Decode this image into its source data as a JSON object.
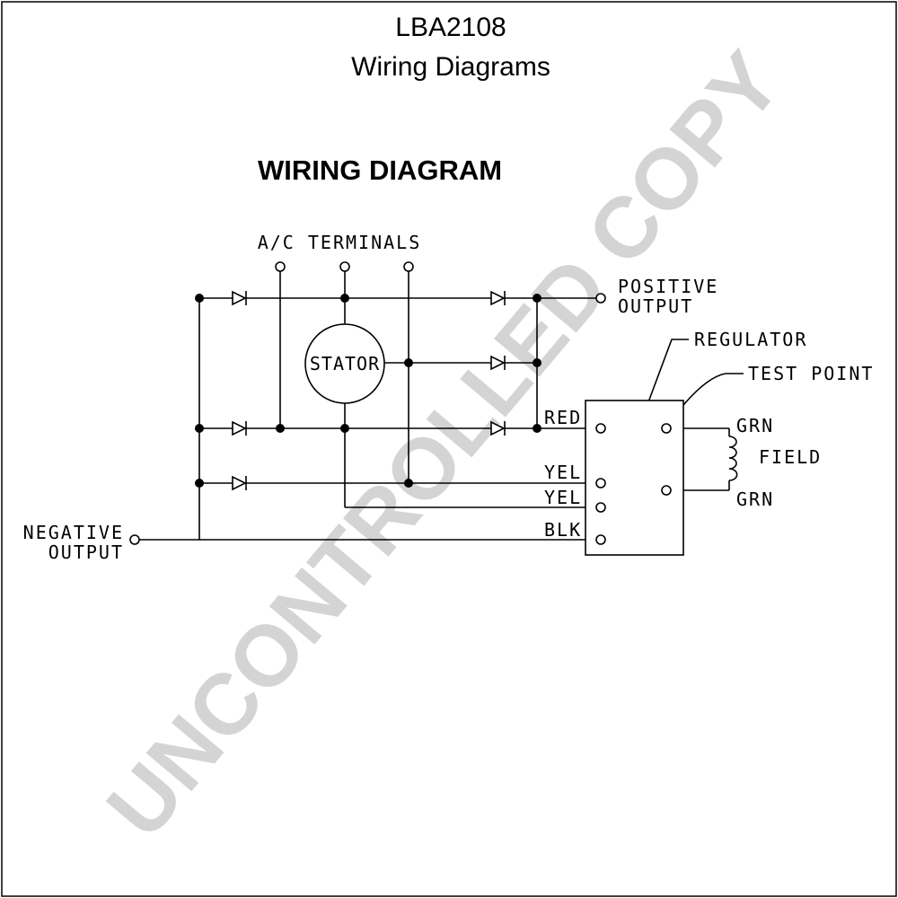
{
  "document": {
    "title": "LBA2108",
    "subtitle": "Wiring Diagrams"
  },
  "diagram": {
    "heading": "WIRING DIAGRAM",
    "labels": {
      "ac_terminals": "A/C TERMINALS",
      "positive_output_1": "POSITIVE",
      "positive_output_2": "OUTPUT",
      "stator": "STATOR",
      "regulator": "REGULATOR",
      "test_point": "TEST POINT",
      "red": "RED",
      "yel_1": "YEL",
      "yel_2": "YEL",
      "blk": "BLK",
      "grn_top": "GRN",
      "grn_bottom": "GRN",
      "field": "FIELD",
      "negative_output_1": "NEGATIVE",
      "negative_output_2": "OUTPUT"
    }
  },
  "watermark": "UNCONTROLLED COPY"
}
